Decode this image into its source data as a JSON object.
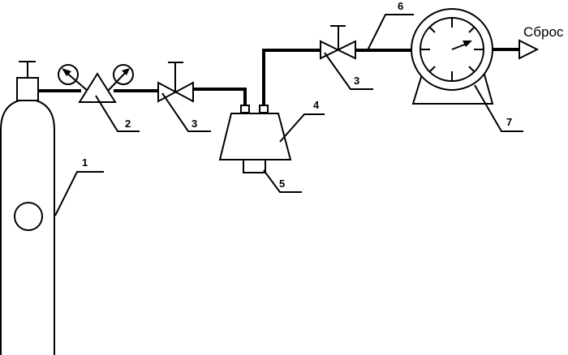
{
  "diagram": {
    "labels": {
      "cylinder": "1",
      "regulator": "2",
      "valve_1": "3",
      "vessel": "4",
      "vessel_bottom": "5",
      "pipe": "6",
      "valve_2": "3",
      "gas_meter": "7"
    },
    "outlet_label": "Сброс",
    "line_color": "#000000",
    "background": "#ffffff"
  }
}
